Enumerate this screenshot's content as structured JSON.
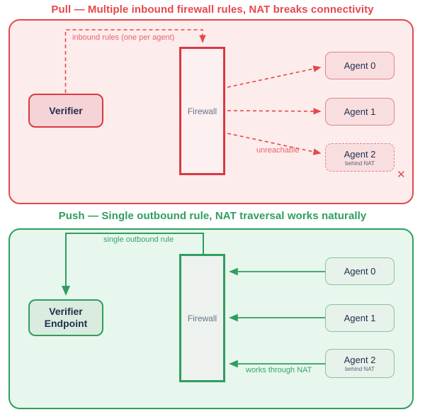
{
  "colors": {
    "pull_accent": "#e5484d",
    "push_accent": "#2f9e5f"
  },
  "pull": {
    "title": "Pull — Multiple inbound firewall rules, NAT breaks connectivity",
    "inbound_rules_label": "inbound rules (one per agent)",
    "verifier_label": "Verifier",
    "firewall_label": "Firewall",
    "agents": [
      {
        "label": "Agent 0"
      },
      {
        "label": "Agent 1"
      },
      {
        "label": "Agent 2",
        "sublabel": "behind NAT"
      }
    ],
    "unreachable_label": "unreachable",
    "failure_mark": "✕"
  },
  "push": {
    "title": "Push — Single outbound rule, NAT traversal works naturally",
    "outbound_rule_label": "single outbound rule",
    "verifier_label": "Verifier Endpoint",
    "firewall_label": "Firewall",
    "agents": [
      {
        "label": "Agent 0"
      },
      {
        "label": "Agent 1"
      },
      {
        "label": "Agent 2",
        "sublabel": "behind NAT"
      }
    ],
    "works_through_nat_label": "works through NAT"
  }
}
